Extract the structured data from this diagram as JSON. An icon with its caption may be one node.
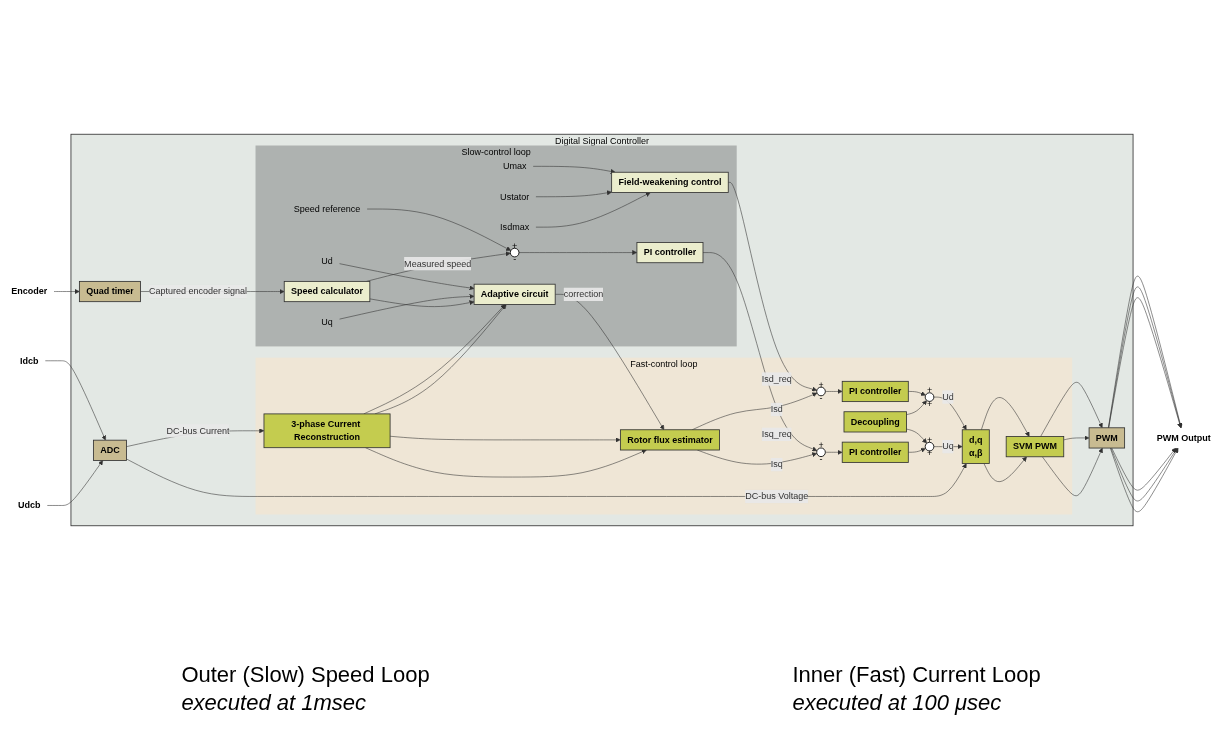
{
  "diagram": {
    "nodes": [
      {
        "text": [
          "Digital Signal Controller"
        ]
      },
      {
        "text": [
          "Slow-control loop"
        ],
        "in": 0
      },
      {
        "text": [
          "Fast-control loop"
        ],
        "in": 0
      },
      {
        "text": [
          "Umax"
        ],
        "in": 1
      },
      {
        "text": [
          "Ustator"
        ],
        "in": 1
      },
      {
        "text": [
          "Isdmax"
        ],
        "in": 1
      },
      {
        "text": [
          "Field-weakening control"
        ],
        "in": 1
      },
      {
        "text": [
          "Speed reference"
        ],
        "in": 1
      },
      {
        "text": [
          "+",
          "-"
        ],
        "in": 1
      },
      {
        "text": [
          "PI controller"
        ],
        "in": 1
      },
      {
        "text": [
          "Ud"
        ],
        "in": 1
      },
      {
        "text": [
          "Uq"
        ],
        "in": 1
      },
      {
        "text": [
          "Adaptive circuit"
        ],
        "in": 1
      },
      {
        "text": [
          "Speed calculator"
        ],
        "in": 1
      },
      {
        "text": [
          "Decoupling"
        ],
        "in": 2
      },
      {
        "text": [
          "+",
          "-"
        ],
        "in": 2
      },
      {
        "text": [
          "PI controller"
        ],
        "in": 2
      },
      {
        "text": [
          "+",
          "+"
        ],
        "in": 2
      },
      {
        "text": [
          "+",
          "-"
        ],
        "in": 2
      },
      {
        "text": [
          "PI controller"
        ],
        "in": 2
      },
      {
        "text": [
          "+",
          "+"
        ],
        "in": 2
      },
      {
        "text": [
          "d,q",
          "α,β"
        ],
        "in": 2
      },
      {
        "text": [
          "SVM PWM"
        ],
        "in": 2
      },
      {
        "text": [
          "Rotor flux estimator"
        ],
        "in": 2
      },
      {
        "text": [
          "3-phase Current Reconstruction"
        ],
        "in": 2
      },
      {
        "text": [
          "PWM"
        ],
        "in": 0
      },
      {
        "text": [
          "ADC"
        ],
        "in": 0
      },
      {
        "text": [
          "Quad timer"
        ],
        "in": 0
      },
      {
        "text": [
          "PWM Output"
        ]
      },
      {
        "text": [
          "Idcb"
        ]
      },
      {
        "text": [
          "Udcb"
        ]
      },
      {
        "text": [
          "Encoder"
        ]
      }
    ],
    "edges": [
      {
        "from": 3,
        "to": 6,
        "arrow": "to"
      },
      {
        "from": 4,
        "to": 6,
        "arrow": "to"
      },
      {
        "from": 5,
        "to": 6,
        "arrow": "to"
      },
      {
        "from": 6,
        "to": 15,
        "arrow": "to",
        "label": "Isd_req"
      },
      {
        "from": 7,
        "to": 8,
        "arrow": "to"
      },
      {
        "from": 8,
        "to": 9,
        "arrow": "to"
      },
      {
        "from": 9,
        "to": 18,
        "arrow": "to",
        "label": "Isq_req"
      },
      {
        "from": 15,
        "to": 16,
        "arrow": "to"
      },
      {
        "from": 18,
        "to": 19,
        "arrow": "to"
      },
      {
        "from": 16,
        "to": 17,
        "arrow": "to"
      },
      {
        "from": 14,
        "to": 17,
        "arrow": "to"
      },
      {
        "from": 14,
        "to": 20,
        "arrow": "to"
      },
      {
        "from": 19,
        "to": 20,
        "arrow": "to"
      },
      {
        "from": 17,
        "to": 21,
        "arrow": "to",
        "label": "Ud"
      },
      {
        "from": 20,
        "to": 21,
        "arrow": "to",
        "label": "Uq"
      },
      {
        "from": 21,
        "to": 22,
        "arrow": "to"
      },
      {
        "from": 21,
        "to": 22,
        "arrow": "to"
      },
      {
        "from": 22,
        "to": 25,
        "arrow": "to"
      },
      {
        "from": 22,
        "to": 25,
        "arrow": "to"
      },
      {
        "from": 22,
        "to": 25,
        "arrow": "to"
      },
      {
        "from": 25,
        "to": 28,
        "arrow": "to"
      },
      {
        "from": 25,
        "to": 28,
        "arrow": "to"
      },
      {
        "from": 25,
        "to": 28,
        "arrow": "to"
      },
      {
        "from": 25,
        "to": 28,
        "arrow": "to"
      },
      {
        "from": 25,
        "to": 28,
        "arrow": "to"
      },
      {
        "from": 25,
        "to": 28,
        "arrow": "to"
      },
      {
        "from": 23,
        "to": 18,
        "arrow": "to",
        "label": "Isq"
      },
      {
        "from": 23,
        "to": 15,
        "arrow": "to",
        "label": "Isd"
      },
      {
        "from": 12,
        "to": 23,
        "arrow": "to",
        "label": "correction"
      },
      {
        "from": 24,
        "to": 23,
        "arrow": "to"
      },
      {
        "from": 24,
        "to": 23,
        "arrow": "to"
      },
      {
        "from": 24,
        "to": 12,
        "arrow": "to"
      },
      {
        "from": 24,
        "to": 12,
        "arrow": "to"
      },
      {
        "from": 10,
        "to": 12,
        "arrow": "to"
      },
      {
        "from": 11,
        "to": 12,
        "arrow": "to"
      },
      {
        "from": 26,
        "to": 21,
        "arrow": "to",
        "label": "DC-bus Voltage"
      },
      {
        "from": 26,
        "to": 24,
        "arrow": "to",
        "label": "DC-bus Current"
      },
      {
        "from": 29,
        "to": 26,
        "arrow": "to"
      },
      {
        "from": 30,
        "to": 26,
        "arrow": "to"
      },
      {
        "from": 31,
        "to": 27,
        "arrow": "to"
      },
      {
        "from": 27,
        "to": 13,
        "arrow": "to",
        "label": "Captured encoder signal"
      },
      {
        "from": 13,
        "to": 8,
        "arrow": "to",
        "label": "Measured speed"
      },
      {
        "from": 13,
        "to": 12,
        "arrow": "to"
      }
    ],
    "labels": [
      "Outer (Slow) Speed Loop",
      "executed at 1msec",
      "Inner (Fast) Current Loop",
      "executed at 100 μsec"
    ]
  }
}
